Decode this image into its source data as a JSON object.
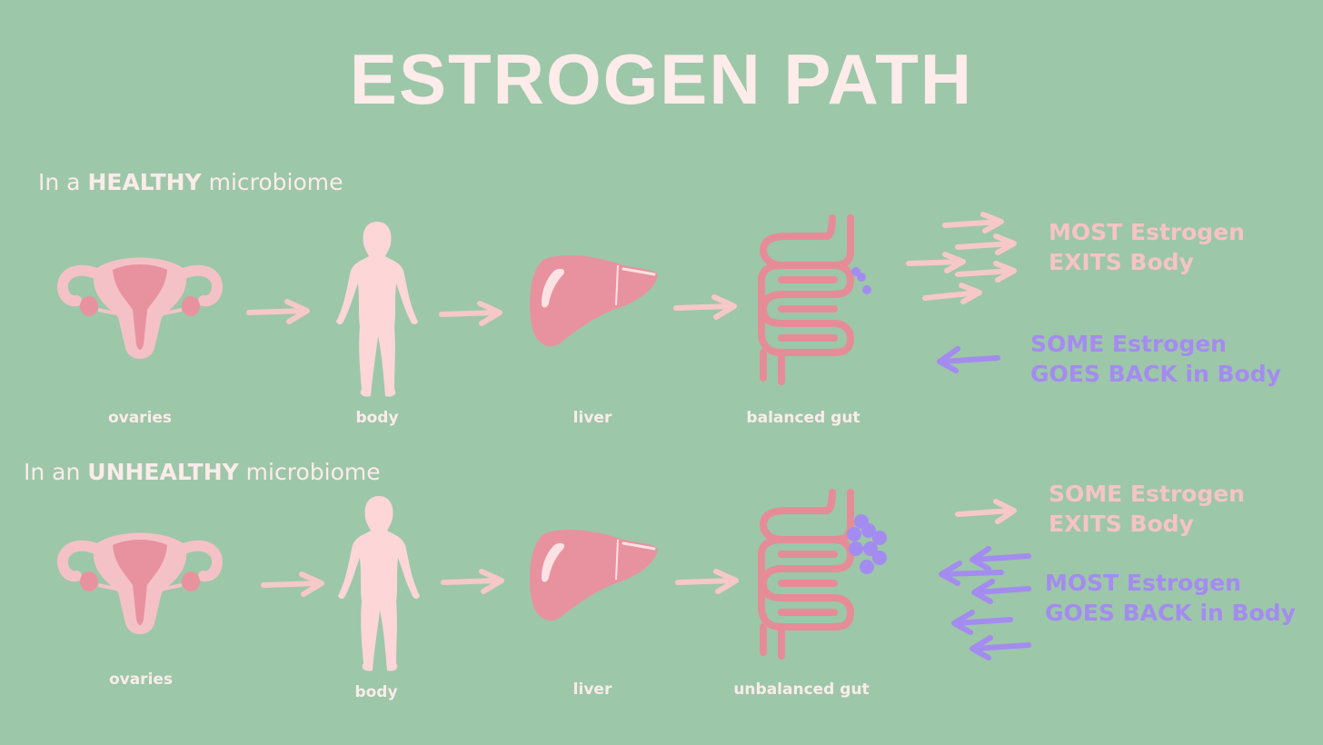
{
  "title": "ESTROGEN PATH",
  "colors": {
    "background": "#9dc7a9",
    "title": "#fdecea",
    "organ_pink": "#f4c2c6",
    "liver": "#e8929f",
    "gut": "#e58c98",
    "arrow_pink": "#f6c8c8",
    "arrow_purple": "#a48bf0"
  },
  "healthy": {
    "heading_prefix": "In a ",
    "heading_bold": "HEALTHY",
    "heading_suffix": " microbiome",
    "labels": {
      "ovaries": "ovaries",
      "body": "body",
      "liver": "liver",
      "gut": "balanced gut"
    },
    "exit_text": [
      "MOST Estrogen",
      "EXITS Body"
    ],
    "back_text": [
      "SOME Estrogen",
      "GOES BACK in Body"
    ]
  },
  "unhealthy": {
    "heading_prefix": "In an ",
    "heading_bold": "UNHEALTHY",
    "heading_suffix": " microbiome",
    "labels": {
      "ovaries": "ovaries",
      "body": "body",
      "liver": "liver",
      "gut": "unbalanced gut"
    },
    "exit_text": [
      "SOME Estrogen",
      "EXITS Body"
    ],
    "back_text": [
      "MOST Estrogen",
      "GOES BACK in Body"
    ]
  }
}
